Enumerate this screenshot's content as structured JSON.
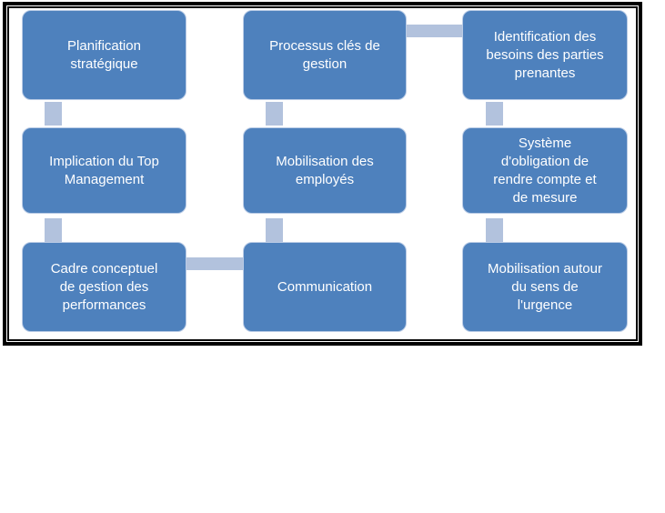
{
  "diagram": {
    "type": "flow",
    "colors": {
      "box_fill": "#4e81bd",
      "box_border": "#b9cbe5",
      "box_text": "#ffffff",
      "connector": "#b2c2dd",
      "frame_border": "#000000",
      "background": "#ffffff"
    },
    "boxes": [
      {
        "label": "Planification\nstratégique"
      },
      {
        "label": "Processus clés de\ngestion"
      },
      {
        "label": "Identification des\nbesoins des parties\nprenantes"
      },
      {
        "label": "Implication du Top\nManagement"
      },
      {
        "label": "Mobilisation des\nemployés"
      },
      {
        "label": "Système\nd'obligation de\nrendre compte et\nde mesure"
      },
      {
        "label": "Cadre conceptuel\nde gestion des\nperformances"
      },
      {
        "label": "Communication"
      },
      {
        "label": "Mobilisation autour\ndu sens de\nl'urgence"
      }
    ],
    "connections": [
      {
        "from": "Planification stratégique",
        "to": "Implication du Top Management",
        "direction": "down"
      },
      {
        "from": "Implication du Top Management",
        "to": "Cadre conceptuel de gestion des performances",
        "direction": "down"
      },
      {
        "from": "Cadre conceptuel de gestion des performances",
        "to": "Communication",
        "direction": "right"
      },
      {
        "from": "Processus clés de gestion",
        "to": "Mobilisation des employés",
        "direction": "down"
      },
      {
        "from": "Mobilisation des employés",
        "to": "Communication",
        "direction": "down"
      },
      {
        "from": "Processus clés de gestion",
        "to": "Identification des besoins des parties prenantes",
        "direction": "right"
      },
      {
        "from": "Identification des besoins des parties prenantes",
        "to": "Système d'obligation de rendre compte et de mesure",
        "direction": "down"
      },
      {
        "from": "Système d'obligation de rendre compte et de mesure",
        "to": "Mobilisation autour du sens de l'urgence",
        "direction": "down"
      }
    ]
  }
}
